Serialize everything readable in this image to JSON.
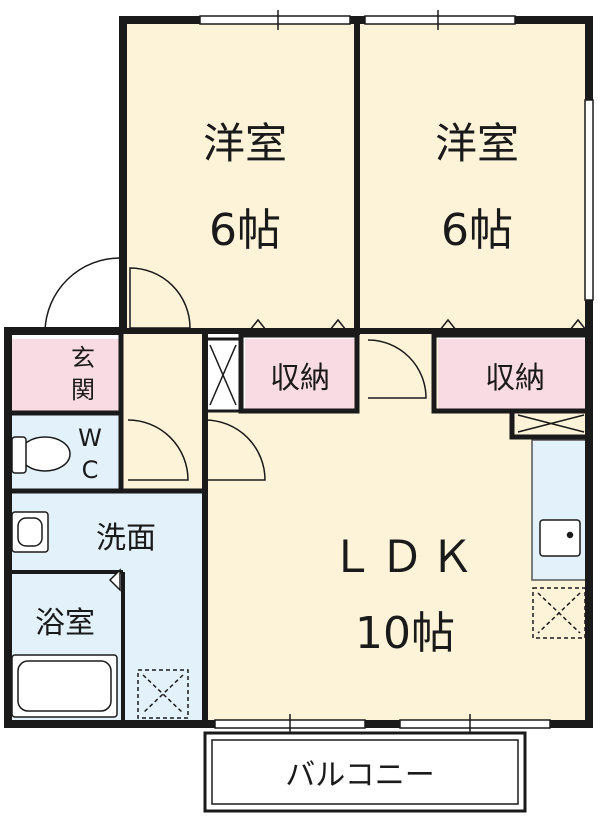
{
  "floor_plan": {
    "colors": {
      "wall": "#1a1a1a",
      "room_floor": "#fcf3d9",
      "wet_area": "#e2f1fa",
      "storage": "#f9dbe4",
      "entrance": "#f9dbe4",
      "outline": "#555555"
    },
    "rooms": {
      "western_1": {
        "name": "洋室",
        "size": "6帖"
      },
      "western_2": {
        "name": "洋室",
        "size": "6帖"
      },
      "storage_1": {
        "name": "収納"
      },
      "storage_2": {
        "name": "収納"
      },
      "entrance": {
        "name_line1": "玄",
        "name_line2": "関"
      },
      "toilet": {
        "name_line1": "W",
        "name_line2": "C"
      },
      "washroom": {
        "name": "洗面"
      },
      "bathroom": {
        "name": "浴室"
      },
      "ldk": {
        "name": "ＬＤＫ",
        "size": "10帖"
      },
      "balcony": {
        "name": "バルコニー"
      }
    },
    "icons": [
      "door-swing-icon",
      "window-icon",
      "toilet-icon",
      "sink-icon",
      "bathtub-icon",
      "kitchen-sink-icon",
      "ventilation-icon",
      "closet-door-icon"
    ]
  }
}
